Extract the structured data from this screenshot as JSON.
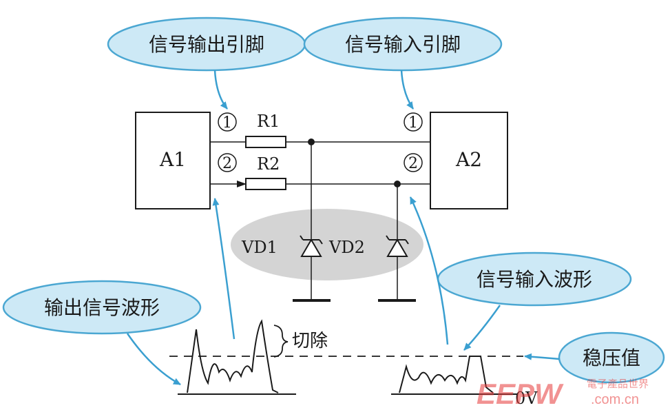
{
  "callouts": {
    "output_pin": "信号输出引脚",
    "input_pin": "信号输入引脚",
    "output_waveform": "输出信号波形",
    "input_waveform": "信号输入波形",
    "clamp_value": "稳压值"
  },
  "components": {
    "a1": "A1",
    "a2": "A2",
    "r1": "R1",
    "r2": "R2",
    "vd1": "VD1",
    "vd2": "VD2"
  },
  "pins": {
    "p1": "1",
    "p2": "2"
  },
  "annotations": {
    "cut": "切除",
    "zero_volt": "0V"
  },
  "watermark": {
    "logo": "EEPW",
    "cn_name": "電子產品世界",
    "domain": ".com.cn"
  },
  "colors": {
    "bubble_fill": "#cde9f6",
    "bubble_stroke": "#4ba7d2",
    "arrow": "#3a9fd0",
    "blob": "#d4d4d4",
    "line": "#1a1a1a",
    "watermark": "#e63a3a"
  }
}
